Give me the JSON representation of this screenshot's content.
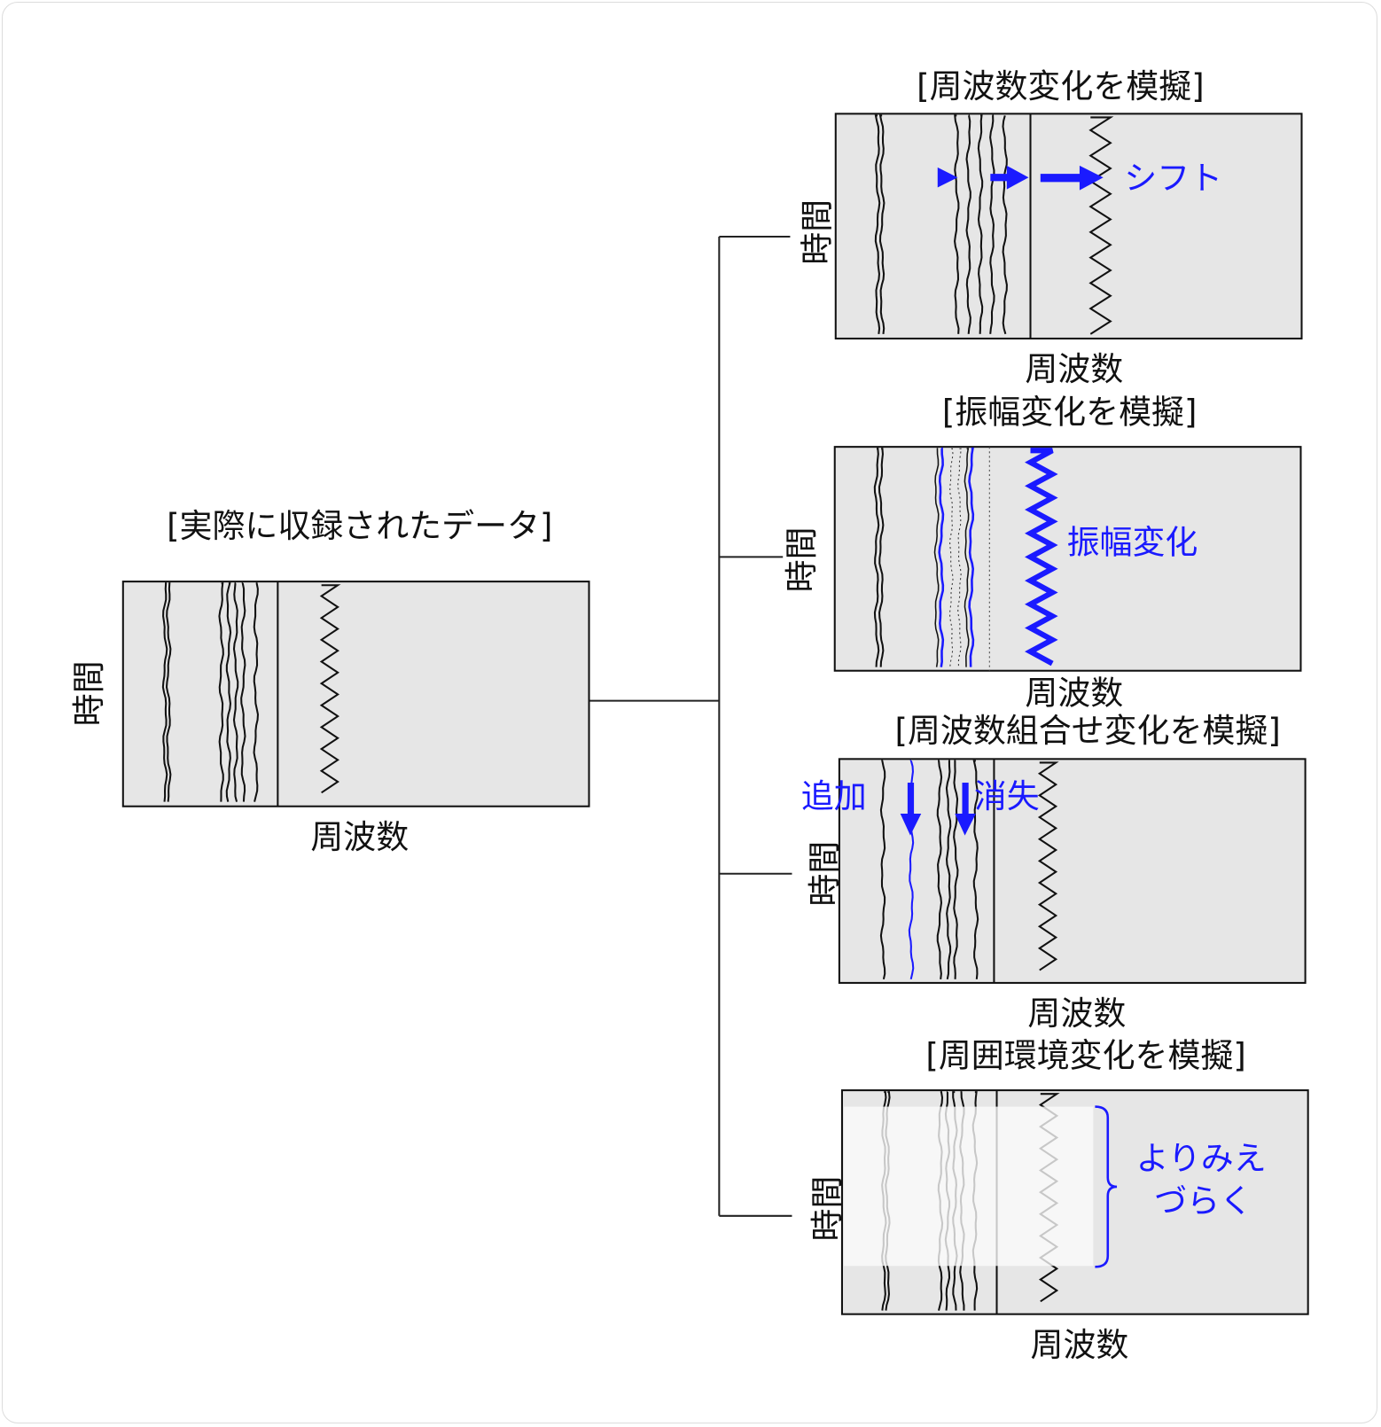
{
  "axis_labels": {
    "x": "周波数",
    "y": "時間"
  },
  "panels": {
    "original": {
      "title": "[実際に収録されたデータ]"
    },
    "frequency_change": {
      "title": "[周波数変化を模擬]",
      "note": "シフト"
    },
    "amplitude_change": {
      "title": "[振幅変化を模擬]",
      "note": "振幅変化"
    },
    "combination_change": {
      "title": "[周波数組合せ変化を模擬]",
      "note_add": "追加",
      "note_remove": "消失"
    },
    "environment_change": {
      "title": "[周囲環境変化を模擬]",
      "note_line1": "よりみえ",
      "note_line2": "づらく"
    }
  },
  "colors": {
    "accent": "#1a1aff",
    "line": "#111111",
    "panel_bg": "#e6e6e6"
  }
}
